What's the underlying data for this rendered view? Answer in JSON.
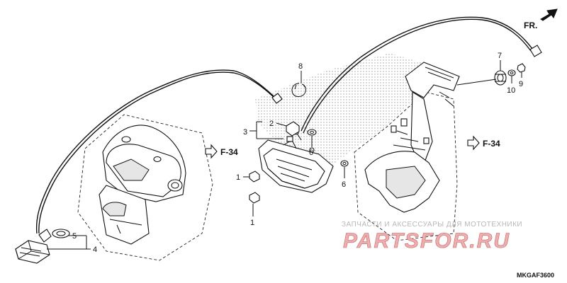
{
  "direction": {
    "label": "FR."
  },
  "references": {
    "left": "F-34",
    "right": "F-34"
  },
  "callouts": [
    {
      "id": "c1a",
      "label": "1"
    },
    {
      "id": "c1b",
      "label": "1"
    },
    {
      "id": "c2",
      "label": "2"
    },
    {
      "id": "c3",
      "label": "3"
    },
    {
      "id": "c4",
      "label": "4"
    },
    {
      "id": "c5",
      "label": "5"
    },
    {
      "id": "c6a",
      "label": "6"
    },
    {
      "id": "c6b",
      "label": "6"
    },
    {
      "id": "c7",
      "label": "7"
    },
    {
      "id": "c8",
      "label": "8"
    },
    {
      "id": "c9",
      "label": "9"
    },
    {
      "id": "c10",
      "label": "10"
    }
  ],
  "diagram_code": "MKGAF3600",
  "watermark": {
    "tagline": "ЗАПЧАСТИ И АКСЕССУАРЫ ДЛЯ МОТОТЕХНИКИ",
    "brand": "PARTSFOR.RU"
  }
}
